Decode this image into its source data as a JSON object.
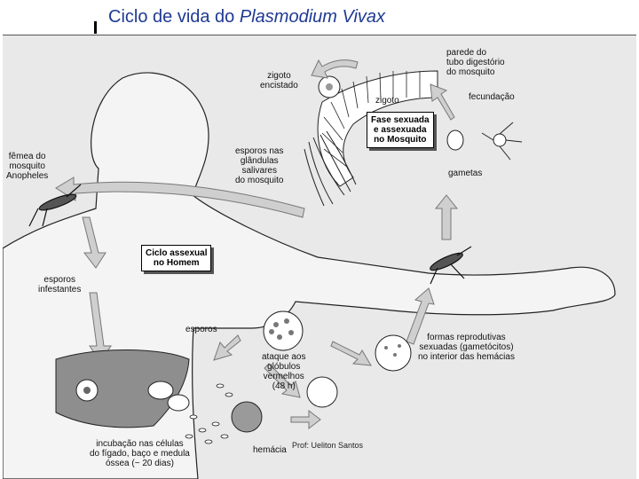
{
  "title": {
    "prefix": "Ciclo de vida do ",
    "species": "Plasmodium Vivax"
  },
  "labels": {
    "zigoto_encistado": "zigoto\nencistado",
    "parede": "parede do\ntubo digestório\ndo mosquito",
    "zigoto": "zigoto",
    "fecundacao": "fecundação",
    "esporos_glandulas": "esporos nas\nglândulas\nsalivares\ndo mosquito",
    "gametas": "gametas",
    "femea": "fêmea do\nmosquito\nAnopheles",
    "esporos_infestantes": "esporos\ninfestantes",
    "esporos": "esporos",
    "ataque": "ataque aos\nglóbulos\nvermelhos\n(48 h)",
    "formas": "formas reprodutivas\nsexuadas (gametócitos)\nno interior das hemácias",
    "incubacao": "incubação nas células\ndo fígado, baço e medula\nóssea (~ 20 dias)",
    "hemacia": "hemácia"
  },
  "boxes": {
    "fase": "Fase sexuada\ne assexuada\nno Mosquito",
    "ciclo": "Ciclo assexual\nno Homem"
  },
  "credit": "Prof: Ueliton Santos"
}
